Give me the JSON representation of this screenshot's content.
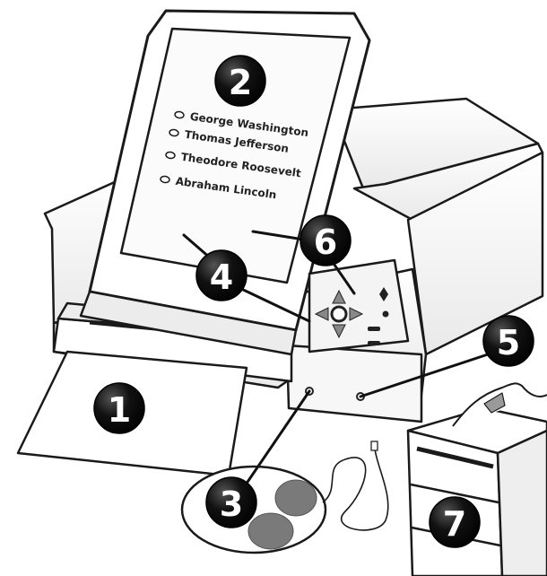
{
  "ballot": {
    "candidates": [
      "George Washington",
      "Thomas Jefferson",
      "Theodore Roosevelt",
      "Abraham Lincoln"
    ]
  },
  "callouts": {
    "c1": "1",
    "c2": "2",
    "c3": "3",
    "c4": "4",
    "c5": "5",
    "c6": "6",
    "c7": "7"
  },
  "colors": {
    "outline": "#1a1a1a",
    "badge": "#0a0a0a",
    "pedal": "#7a7a7a",
    "panel_fill": "#f4f4f4"
  }
}
